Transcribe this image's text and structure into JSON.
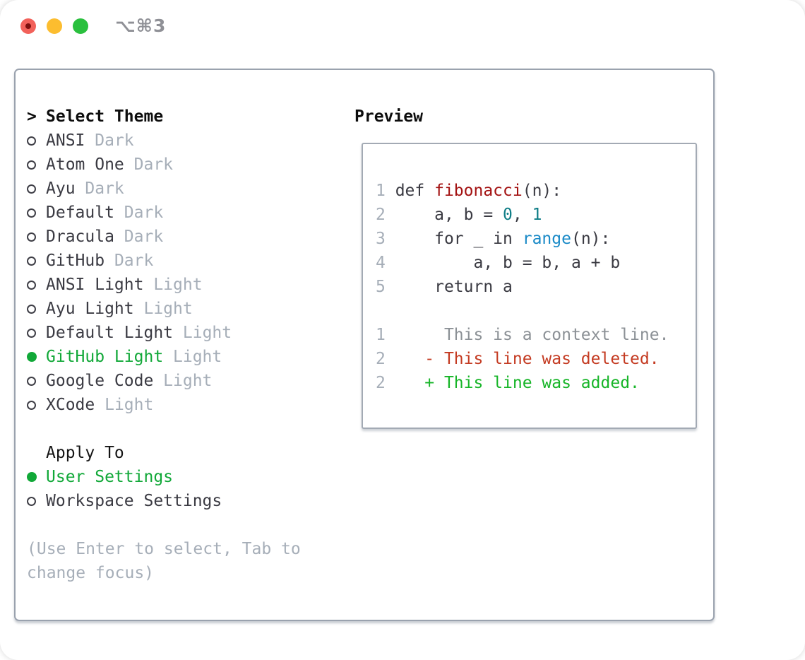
{
  "window": {
    "title": "⌥⌘3",
    "traffic_lights": {
      "close": "close",
      "minimize": "minimize",
      "maximize": "maximize"
    }
  },
  "theme_menu": {
    "prefix": ">",
    "title": "Select Theme",
    "items": [
      {
        "name": "ANSI",
        "variant": "Dark",
        "selected": false
      },
      {
        "name": "Atom One",
        "variant": "Dark",
        "selected": false
      },
      {
        "name": "Ayu",
        "variant": "Dark",
        "selected": false
      },
      {
        "name": "Default",
        "variant": "Dark",
        "selected": false
      },
      {
        "name": "Dracula",
        "variant": "Dark",
        "selected": false
      },
      {
        "name": "GitHub",
        "variant": "Dark",
        "selected": false
      },
      {
        "name": "ANSI Light",
        "variant": "Light",
        "selected": false
      },
      {
        "name": "Ayu Light",
        "variant": "Light",
        "selected": false
      },
      {
        "name": "Default Light",
        "variant": "Light",
        "selected": false
      },
      {
        "name": "GitHub Light",
        "variant": "Light",
        "selected": true
      },
      {
        "name": "Google Code",
        "variant": "Light",
        "selected": false
      },
      {
        "name": "XCode",
        "variant": "Light",
        "selected": false
      }
    ]
  },
  "apply_to": {
    "title": "Apply To",
    "items": [
      {
        "name": "User Settings",
        "selected": true
      },
      {
        "name": "Workspace Settings",
        "selected": false
      }
    ]
  },
  "hint": {
    "line1": "(Use Enter to select, Tab to",
    "line2": "change focus)"
  },
  "preview": {
    "title": "Preview",
    "lines": [
      [
        {
          "t": "1 ",
          "c": "num"
        },
        {
          "t": "def ",
          "c": "code"
        },
        {
          "t": "fibonacci",
          "c": "function"
        },
        {
          "t": "(n):",
          "c": "code"
        }
      ],
      [
        {
          "t": "2 ",
          "c": "num"
        },
        {
          "t": "    a, b = ",
          "c": "code"
        },
        {
          "t": "0",
          "c": "number"
        },
        {
          "t": ", ",
          "c": "code"
        },
        {
          "t": "1",
          "c": "number"
        }
      ],
      [
        {
          "t": "3 ",
          "c": "num"
        },
        {
          "t": "    for _ in ",
          "c": "code"
        },
        {
          "t": "range",
          "c": "builtin"
        },
        {
          "t": "(n):",
          "c": "code"
        }
      ],
      [
        {
          "t": "4 ",
          "c": "num"
        },
        {
          "t": "        a, b = b, a + b",
          "c": "code"
        }
      ],
      [
        {
          "t": "5 ",
          "c": "num"
        },
        {
          "t": "    return a",
          "c": "code"
        }
      ],
      [],
      [
        {
          "t": "1",
          "c": "num"
        },
        {
          "t": "      This is a context line.",
          "c": "context"
        }
      ],
      [
        {
          "t": "2",
          "c": "num"
        },
        {
          "t": "    ",
          "c": "code"
        },
        {
          "t": "- This line was deleted.",
          "c": "deleted"
        }
      ],
      [
        {
          "t": "2",
          "c": "num"
        },
        {
          "t": "    ",
          "c": "code"
        },
        {
          "t": "+ This line was added.",
          "c": "added"
        }
      ]
    ]
  },
  "colors": {
    "accent_green": "#11a838",
    "added_green": "#17b528",
    "deleted_red": "#c43b22",
    "function_red": "#a31212",
    "number_teal": "#0e7d86",
    "builtin_blue": "#1a8ac7",
    "muted_gray": "#a6aeb8",
    "text_dark": "#3a3a42",
    "border_gray": "#9aa2ae",
    "traffic_red": "#f2615a",
    "traffic_yellow": "#fcbd2f",
    "traffic_green": "#2ac03e"
  }
}
